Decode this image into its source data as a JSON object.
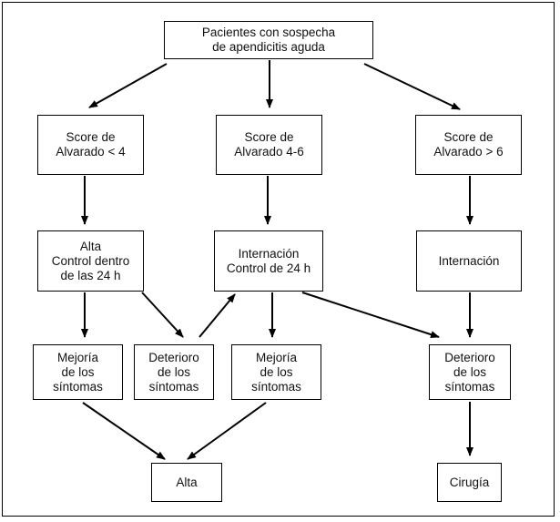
{
  "diagram": {
    "nodes": {
      "start": "Pacientes con sospecha\nde apendicitis aguda",
      "score_low": "Score de\nAlvarado < 4",
      "score_mid": "Score de\nAlvarado 4-6",
      "score_high": "Score de\nAlvarado > 6",
      "alta_control": "Alta\nControl dentro\nde las 24 h",
      "internacion_control": "Internación\nControl de 24 h",
      "internacion": "Internación",
      "mejoria_1": "Mejoría\nde los\nsíntomas",
      "deterioro_1": "Deterioro\nde los\nsíntomas",
      "mejoria_2": "Mejoría\nde los\nsíntomas",
      "deterioro_2": "Deterioro\nde los\nsíntomas",
      "alta": "Alta",
      "cirugia": "Cirugía"
    },
    "edges": [
      [
        "start",
        "score_low"
      ],
      [
        "start",
        "score_mid"
      ],
      [
        "start",
        "score_high"
      ],
      [
        "score_low",
        "alta_control"
      ],
      [
        "score_mid",
        "internacion_control"
      ],
      [
        "score_high",
        "internacion"
      ],
      [
        "alta_control",
        "mejoria_1"
      ],
      [
        "alta_control",
        "deterioro_1"
      ],
      [
        "deterioro_1",
        "internacion_control"
      ],
      [
        "internacion_control",
        "mejoria_2"
      ],
      [
        "internacion_control",
        "deterioro_2"
      ],
      [
        "internacion",
        "deterioro_2"
      ],
      [
        "mejoria_1",
        "alta"
      ],
      [
        "mejoria_2",
        "alta"
      ],
      [
        "deterioro_2",
        "cirugia"
      ]
    ]
  }
}
